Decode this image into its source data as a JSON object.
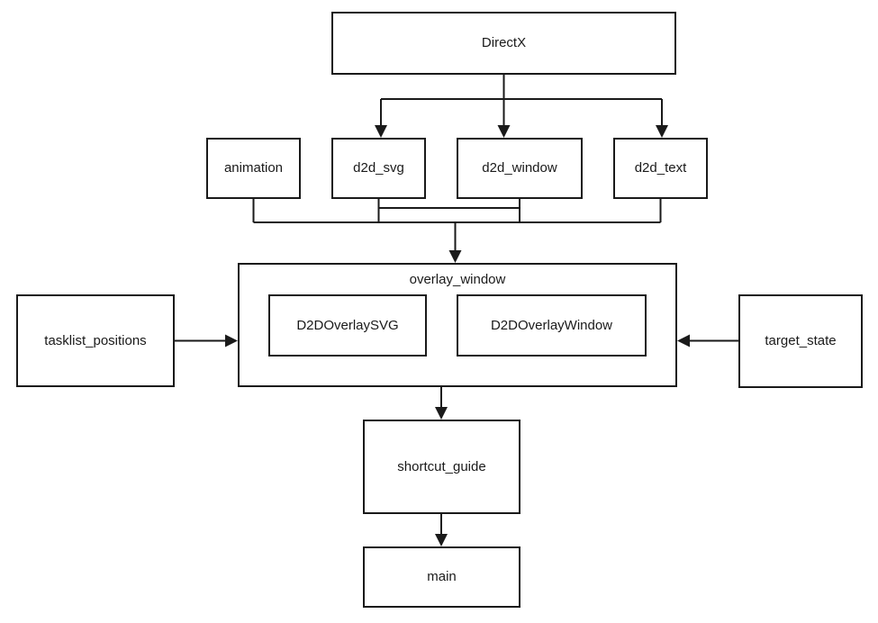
{
  "diagram": {
    "type": "flowchart",
    "colors": {
      "stroke": "#1a1a1a",
      "node_fill": "#ffffff",
      "background": "#ffffff",
      "text": "#1a1a1a"
    },
    "nodes": {
      "directx": {
        "label": "DirectX"
      },
      "animation": {
        "label": "animation"
      },
      "d2d_svg": {
        "label": "d2d_svg"
      },
      "d2d_window": {
        "label": "d2d_window"
      },
      "d2d_text": {
        "label": "d2d_text"
      },
      "overlay_window": {
        "label": "overlay_window"
      },
      "d2d_overlay_svg": {
        "label": "D2DOverlaySVG"
      },
      "d2d_overlay_window": {
        "label": "D2DOverlayWindow"
      },
      "tasklist_positions": {
        "label": "tasklist_positions"
      },
      "target_state": {
        "label": "target_state"
      },
      "shortcut_guide": {
        "label": "shortcut_guide"
      },
      "main": {
        "label": "main"
      }
    },
    "edges": [
      {
        "from": "DirectX",
        "to": "d2d_svg",
        "arrow": "down"
      },
      {
        "from": "DirectX",
        "to": "d2d_window",
        "arrow": "down"
      },
      {
        "from": "DirectX",
        "to": "d2d_text",
        "arrow": "down"
      },
      {
        "from": "animation",
        "to": "overlay_window",
        "arrow": "down"
      },
      {
        "from": "d2d_svg",
        "to": "overlay_window",
        "arrow": "down"
      },
      {
        "from": "d2d_window",
        "to": "overlay_window",
        "arrow": "down"
      },
      {
        "from": "d2d_text",
        "to": "overlay_window",
        "arrow": "down"
      },
      {
        "from": "tasklist_positions",
        "to": "overlay_window",
        "arrow": "right"
      },
      {
        "from": "target_state",
        "to": "overlay_window",
        "arrow": "left"
      },
      {
        "from": "overlay_window",
        "to": "shortcut_guide",
        "arrow": "down"
      },
      {
        "from": "shortcut_guide",
        "to": "main",
        "arrow": "down"
      }
    ]
  }
}
